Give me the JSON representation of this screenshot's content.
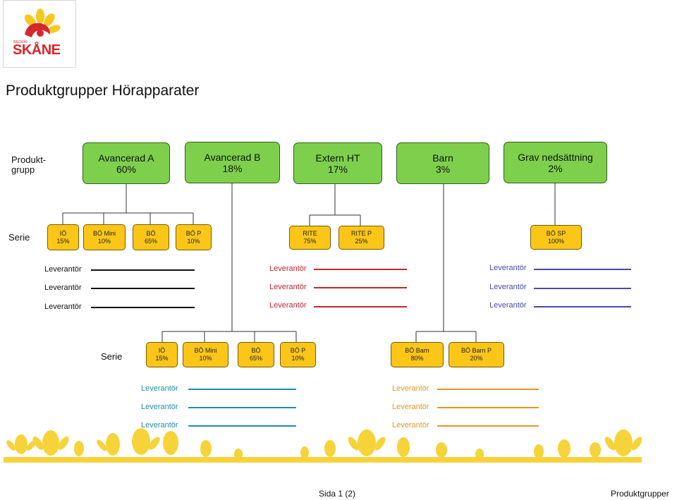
{
  "logo": {
    "region_text": "REGION",
    "name": "SKÅNE"
  },
  "page_title": "Produktgrupper Hörapparater",
  "labels": {
    "produktgrupp": "Produkt-\ngrupp",
    "serie_1": "Serie",
    "serie_2": "Serie"
  },
  "groups": [
    {
      "name": "Avancerad A",
      "pct": "60%"
    },
    {
      "name": "Avancerad B",
      "pct": "18%"
    },
    {
      "name": "Extern HT",
      "pct": "17%"
    },
    {
      "name": "Barn",
      "pct": "3%"
    },
    {
      "name": "Grav nedsättning",
      "pct": "2%"
    }
  ],
  "series_a": [
    {
      "name": "IÖ",
      "pct": "15%"
    },
    {
      "name": "BÖ Mini",
      "pct": "10%"
    },
    {
      "name": "BÖ",
      "pct": "65%"
    },
    {
      "name": "BÖ P",
      "pct": "10%"
    }
  ],
  "series_ext": [
    {
      "name": "RITE",
      "pct": "75%"
    },
    {
      "name": "RITE P",
      "pct": "25%"
    }
  ],
  "series_grav": [
    {
      "name": "BÖ SP",
      "pct": "100%"
    }
  ],
  "series_b": [
    {
      "name": "IÖ",
      "pct": "15%"
    },
    {
      "name": "BÖ Mini",
      "pct": "10%"
    },
    {
      "name": "BÖ",
      "pct": "65%"
    },
    {
      "name": "BÖ P",
      "pct": "10%"
    }
  ],
  "series_barn": [
    {
      "name": "BÖ Barn",
      "pct": "80%"
    },
    {
      "name": "BÖ Barn P",
      "pct": "20%"
    }
  ],
  "leverantor_label": "Leverantör",
  "colors": {
    "group_fill": "#7ed04c",
    "series_fill": "#fbc617",
    "lev_black": "#111111",
    "lev_red": "#c0282a",
    "lev_blue": "#4a4aa8",
    "lev_teal": "#1e8fa8",
    "lev_orange": "#e8961e"
  },
  "footer": {
    "page": "Sida 1 (2)",
    "title": "Produktgrupper"
  }
}
